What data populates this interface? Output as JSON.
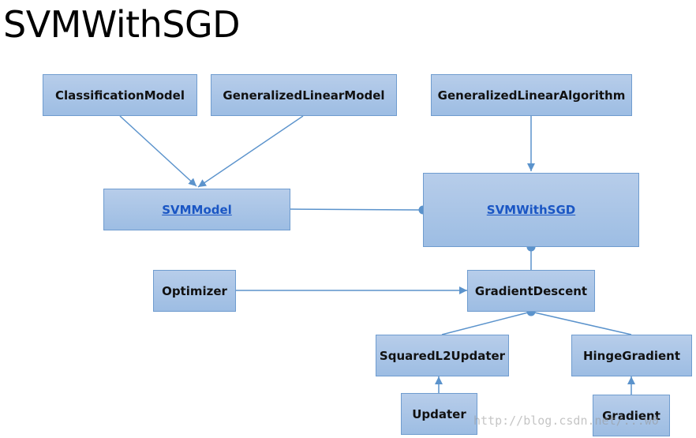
{
  "title": "SVMWithSGD",
  "nodes": {
    "classification_model": "ClassificationModel",
    "generalized_linear_model": "GeneralizedLinearModel",
    "generalized_linear_algorithm": "GeneralizedLinearAlgorithm",
    "svm_model": "SVMModel",
    "svm_with_sgd": "SVMWithSGD",
    "optimizer": "Optimizer",
    "gradient_descent": "GradientDescent",
    "squared_l2_updater": "SquaredL2Updater",
    "hinge_gradient": "HingeGradient",
    "updater": "Updater",
    "gradient": "Gradient"
  },
  "watermark": "http://blog.csdn.net/...w0",
  "colors": {
    "box_top": "#b7cdea",
    "box_bottom": "#9dbde3",
    "box_border": "#6f9ccf",
    "edge": "#5b93cc",
    "link_text": "#1a56c4"
  }
}
